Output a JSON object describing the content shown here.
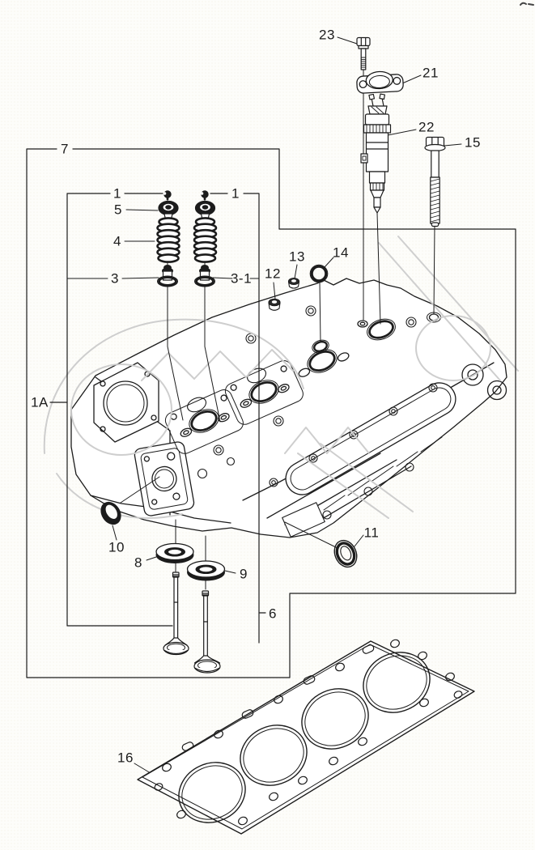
{
  "diagram": {
    "type": "exploded-parts-diagram",
    "colors": {
      "background": "#fdfdfa",
      "line": "#1c1c1c",
      "watermark": "#cccccc",
      "label_text": "#1c1c1c"
    },
    "callouts": [
      {
        "text": "7"
      },
      {
        "text": "1"
      },
      {
        "text": "1"
      },
      {
        "text": "5"
      },
      {
        "text": "4"
      },
      {
        "text": "3"
      },
      {
        "text": "3-1"
      },
      {
        "text": "1A"
      },
      {
        "text": "12"
      },
      {
        "text": "13"
      },
      {
        "text": "14"
      },
      {
        "text": "23"
      },
      {
        "text": "21"
      },
      {
        "text": "22"
      },
      {
        "text": "15"
      },
      {
        "text": "10"
      },
      {
        "text": "8"
      },
      {
        "text": "9"
      },
      {
        "text": "11"
      },
      {
        "text": "6"
      },
      {
        "text": "16"
      }
    ]
  }
}
